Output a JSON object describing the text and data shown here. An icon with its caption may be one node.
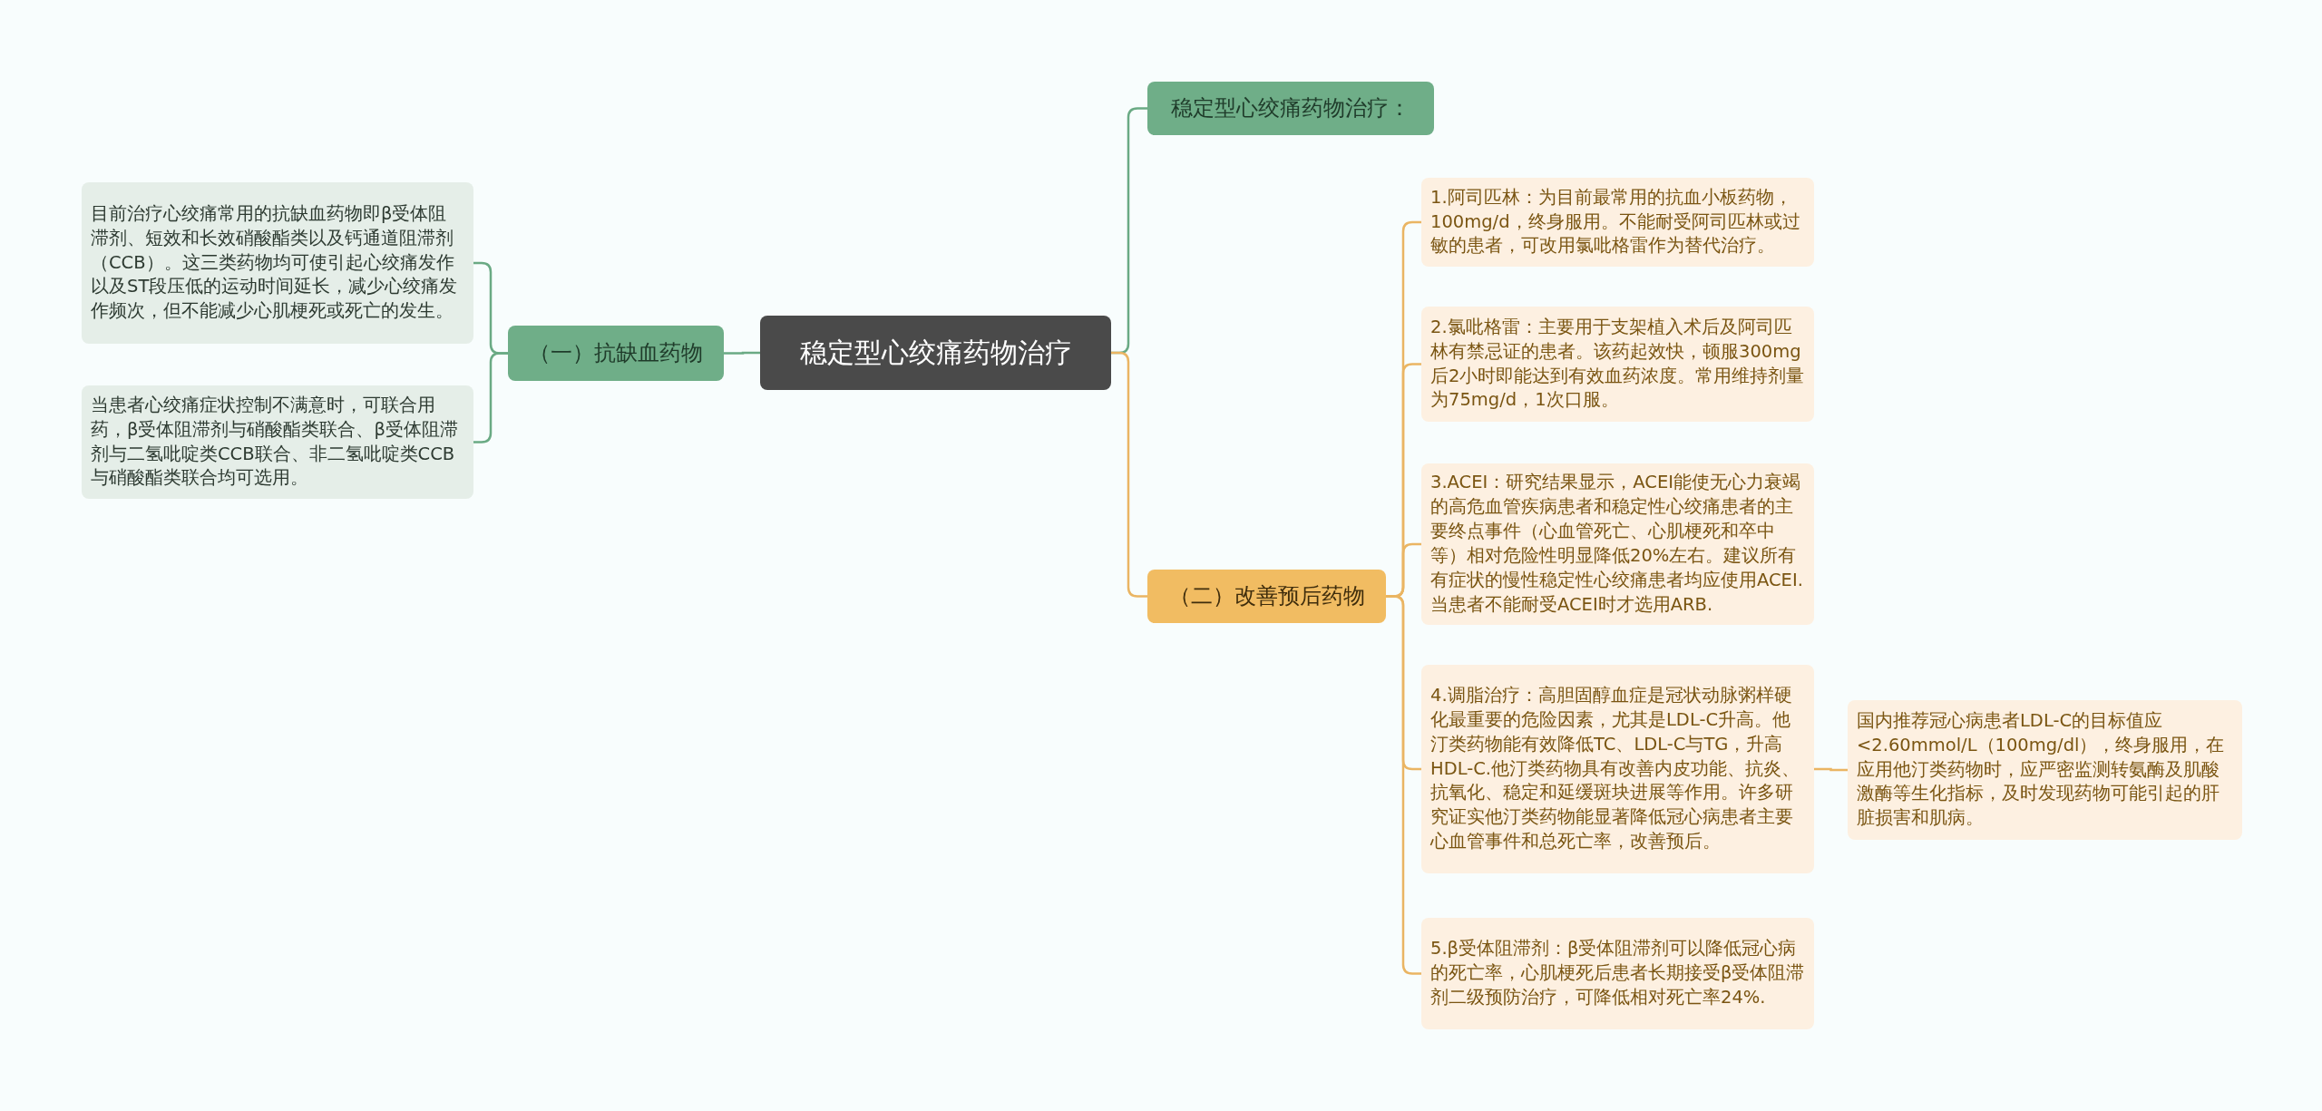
{
  "diagram": {
    "nodes": [
      {
        "text": [
          "稳定型心绞痛药物治疗"
        ]
      },
      {
        "text": [
          "（一）抗缺血药物"
        ]
      },
      {
        "text": [
          "目前治疗心绞痛常用的抗缺血药物即β受体阻滞剂、短效和长效硝酸酯类以及钙通道阻滞剂（CCB）。这三类药物均可使引起心绞痛发作以及ST段压低的运动时间延长，减少心绞痛发作频次，但不能减少心肌梗死或死亡的发生。"
        ]
      },
      {
        "text": [
          "当患者心绞痛症状控制不满意时，可联合用药，β受体阻滞剂与硝酸酯类联合、β受体阻滞剂与二氢吡啶类CCB联合、非二氢吡啶类CCB与硝酸酯类联合均可选用。"
        ]
      },
      {
        "text": [
          "稳定型心绞痛药物治疗："
        ]
      },
      {
        "text": [
          "（二）改善预后药物"
        ]
      },
      {
        "text": [
          "1.阿司匹林：为目前最常用的抗血小板药物，100mg/d，终身服用。不能耐受阿司匹林或过敏的患者，可改用氯吡格雷作为替代治疗。"
        ]
      },
      {
        "text": [
          "2.氯吡格雷：主要用于支架植入术后及阿司匹林有禁忌证的患者。该药起效快，顿服300mg后2小时即能达到有效血药浓度。常用维持剂量为75mg/d，1次口服。"
        ]
      },
      {
        "text": [
          "3.ACEI：研究结果显示，ACEI能使无心力衰竭的高危血管疾病患者和稳定性心绞痛患者的主要终点事件（心血管死亡、心肌梗死和卒中等）相对危险性明显降低20%左右。建议所有有症状的慢性稳定性心绞痛患者均应使用ACEI.当患者不能耐受ACEI时才选用ARB."
        ]
      },
      {
        "text": [
          "4.调脂治疗：高胆固醇血症是冠状动脉粥样硬化最重要的危险因素，尤其是LDL-C升高。他汀类药物能有效降低TC、LDL-C与TG，升高HDL-C.他汀类药物具有改善内皮功能、抗炎、抗氧化、稳定和延缓斑块进展等作用。许多研究证实他汀类药物能显著降低冠心病患者主要心血管事件和总死亡率，改善预后。"
        ]
      },
      {
        "text": [
          "5.β受体阻滞剂：β受体阻滞剂可以降低冠心病的死亡率，心肌梗死后患者长期接受β受体阻滞剂二级预防治疗，可降低相对死亡率24%."
        ]
      },
      {
        "text": [
          "国内推荐冠心病患者LDL-C的目标值应<2.60mmol/L（100mg/dl），终身服用，在应用他汀类药物时，应严密监测转氨酶及肌酸激酶等生化指标，及时发现药物可能引起的肝脏损害和肌病。"
        ]
      }
    ],
    "edges": [
      {
        "from": 0,
        "to": 1,
        "arrow": "none",
        "color": "#6aaa84"
      },
      {
        "from": 1,
        "to": 2,
        "arrow": "none",
        "color": "#6aaa84"
      },
      {
        "from": 1,
        "to": 3,
        "arrow": "none",
        "color": "#6aaa84"
      },
      {
        "from": 0,
        "to": 4,
        "arrow": "none",
        "color": "#6aaa84"
      },
      {
        "from": 0,
        "to": 5,
        "arrow": "none"
      },
      {
        "from": 5,
        "to": 6,
        "arrow": "none"
      },
      {
        "from": 5,
        "to": 7,
        "arrow": "none"
      },
      {
        "from": 5,
        "to": 8,
        "arrow": "none"
      },
      {
        "from": 5,
        "to": 9,
        "arrow": "none"
      },
      {
        "from": 5,
        "to": 10,
        "arrow": "none"
      },
      {
        "from": 9,
        "to": 11,
        "arrow": "none"
      }
    ]
  }
}
